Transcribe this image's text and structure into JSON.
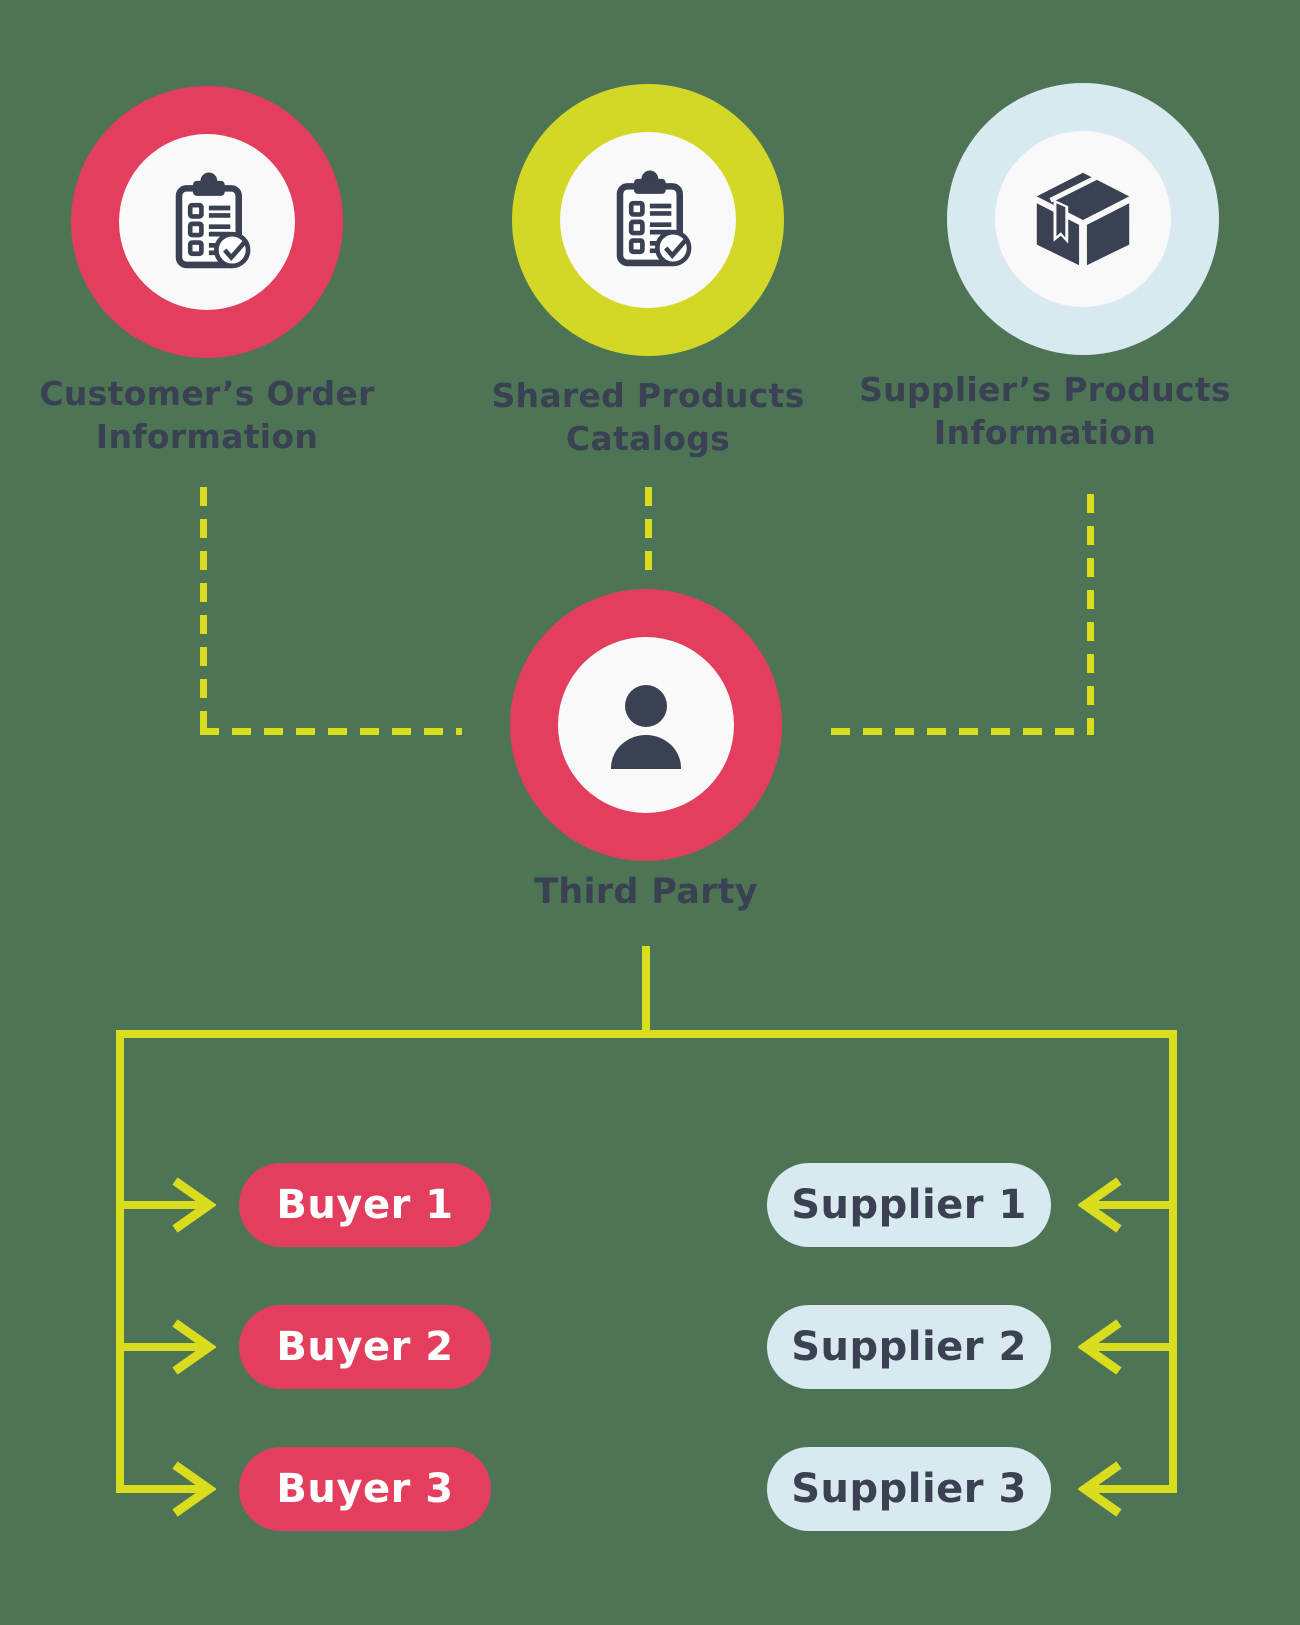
{
  "colors": {
    "bg": "#4e7456",
    "red": "#e33e5e",
    "chartreuse": "#d3d827",
    "blue": "#d8eaf0",
    "line": "#d9dd1e",
    "ink": "#3a4152",
    "inner": "#f9f9f9",
    "pill-text-light": "#ffffff"
  },
  "sources": [
    {
      "icon": "clipboard-check-icon",
      "label_line1": "Customer’s Order",
      "label_line2": "Information"
    },
    {
      "icon": "clipboard-check-icon",
      "label_line1": "Shared Products",
      "label_line2": "Catalogs"
    },
    {
      "icon": "package-box-icon",
      "label_line1": "Supplier’s Products",
      "label_line2": "Information"
    }
  ],
  "hub": {
    "icon": "person-icon",
    "label": "Third Party"
  },
  "buyers": [
    {
      "label": "Buyer 1"
    },
    {
      "label": "Buyer 2"
    },
    {
      "label": "Buyer 3"
    }
  ],
  "suppliers": [
    {
      "label": "Supplier 1"
    },
    {
      "label": "Supplier 2"
    },
    {
      "label": "Supplier 3"
    }
  ]
}
